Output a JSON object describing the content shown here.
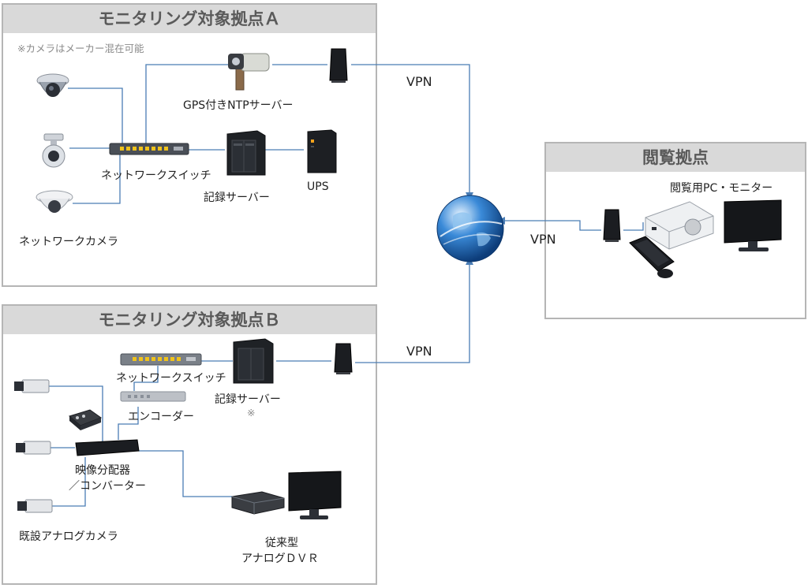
{
  "site_a": {
    "title": "モニタリング対象拠点Ａ",
    "note": "※カメラはメーカー混在可能",
    "gps_ntp_label": "GPS付きNTPサーバー",
    "switch_label": "ネットワークスイッチ",
    "recorder_label": "記録サーバー",
    "ups_label": "UPS",
    "camera_label": "ネットワークカメラ"
  },
  "site_b": {
    "title": "モニタリング対象拠点Ｂ",
    "switch_label": "ネットワークスイッチ",
    "recorder_label": "記録サーバー",
    "recorder_note": "※",
    "encoder_label": "エンコーダー",
    "splitter_label_line1": "映像分配器",
    "splitter_label_line2": "／コンバーター",
    "analog_camera_label": "既設アナログカメラ",
    "dvr_label_line1": "従来型",
    "dvr_label_line2": "アナログＤＶＲ"
  },
  "viewing": {
    "title": "閲覧拠点",
    "pc_label": "閲覧用PC・モニター"
  },
  "vpn_labels": {
    "a": "VPN",
    "b": "VPN",
    "view": "VPN"
  },
  "icons": {
    "dome_camera": "dome-camera-icon",
    "ptz_camera": "ptz-camera-icon",
    "fisheye_camera": "fisheye-camera-icon",
    "network_switch": "network-switch-icon",
    "nas_server": "nas-server-icon",
    "ups": "ups-icon",
    "router": "router-icon",
    "gps_antenna": "gps-ntp-server-icon",
    "globe": "internet-globe-icon",
    "analog_camera": "analog-camera-icon",
    "encoder": "encoder-icon",
    "splitter": "video-splitter-icon",
    "dvr": "dvr-icon",
    "monitor": "monitor-icon",
    "pc": "desktop-pc-icon",
    "keyboard": "keyboard-icon",
    "mouse": "mouse-icon"
  },
  "colors": {
    "line": "#4a7db5",
    "frame": "#b5b5b5",
    "title_bg": "#d9d9d9",
    "title_text": "#5a5a5a"
  }
}
